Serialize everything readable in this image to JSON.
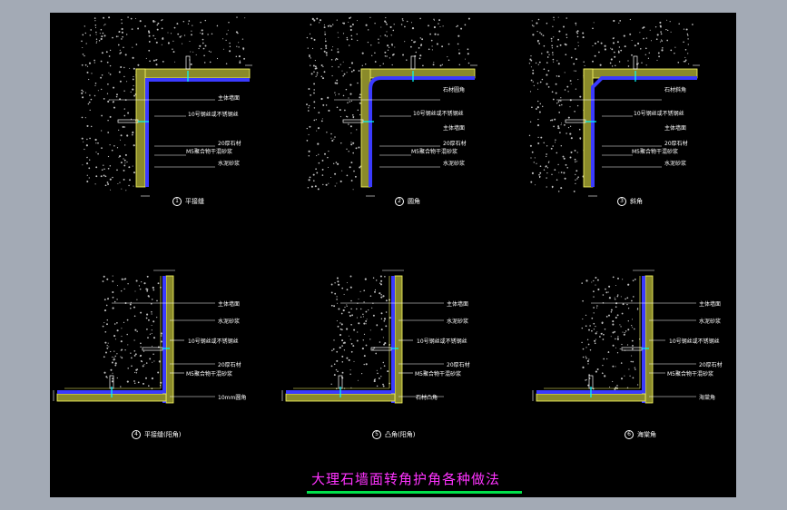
{
  "sheet": {
    "title": "大理石墙面转角护角各种做法",
    "colors": {
      "background": "#000000",
      "frame": "#a3aab5",
      "wall_fill": "#8a8a2a",
      "wall_edge": "#ffff66",
      "cladding": "#3a3aff",
      "leader": "#ffffff",
      "hatch": "#bfbfbf",
      "title": "#ff33ff",
      "title_underline": "#00e04a",
      "anchor": "#00ffff"
    }
  },
  "details": [
    {
      "caption_num": "1",
      "caption": "平接缝",
      "labels": [
        "主体墙面",
        "10号钢丝或不锈钢丝",
        "20厚石材",
        "M5聚合物干混砂浆",
        "水泥砂浆"
      ]
    },
    {
      "caption_num": "2",
      "caption": "圆角",
      "labels": [
        "石材圆角",
        "10号钢丝或不锈钢丝",
        "主体墙面",
        "20厚石材",
        "M5聚合物干混砂浆",
        "水泥砂浆"
      ]
    },
    {
      "caption_num": "3",
      "caption": "斜角",
      "labels": [
        "石材斜角",
        "10号钢丝或不锈钢丝",
        "主体墙面",
        "20厚石材",
        "M5聚合物干混砂浆",
        "水泥砂浆"
      ]
    },
    {
      "caption_num": "4",
      "caption": "平接缝(阳角)",
      "labels": [
        "主体墙面",
        "水泥砂浆",
        "10号钢丝或不锈钢丝",
        "20厚石材",
        "M5聚合物干混砂浆",
        "10mm圆角"
      ]
    },
    {
      "caption_num": "5",
      "caption": "凸角(阳角)",
      "labels": [
        "主体墙面",
        "水泥砂浆",
        "10号钢丝或不锈钢丝",
        "20厚石材",
        "M5聚合物干混砂浆",
        "石材凸角"
      ]
    },
    {
      "caption_num": "6",
      "caption": "海棠角",
      "labels": [
        "主体墙面",
        "水泥砂浆",
        "10号钢丝或不锈钢丝",
        "20厚石材",
        "M5聚合物干混砂浆",
        "海棠角"
      ]
    }
  ]
}
